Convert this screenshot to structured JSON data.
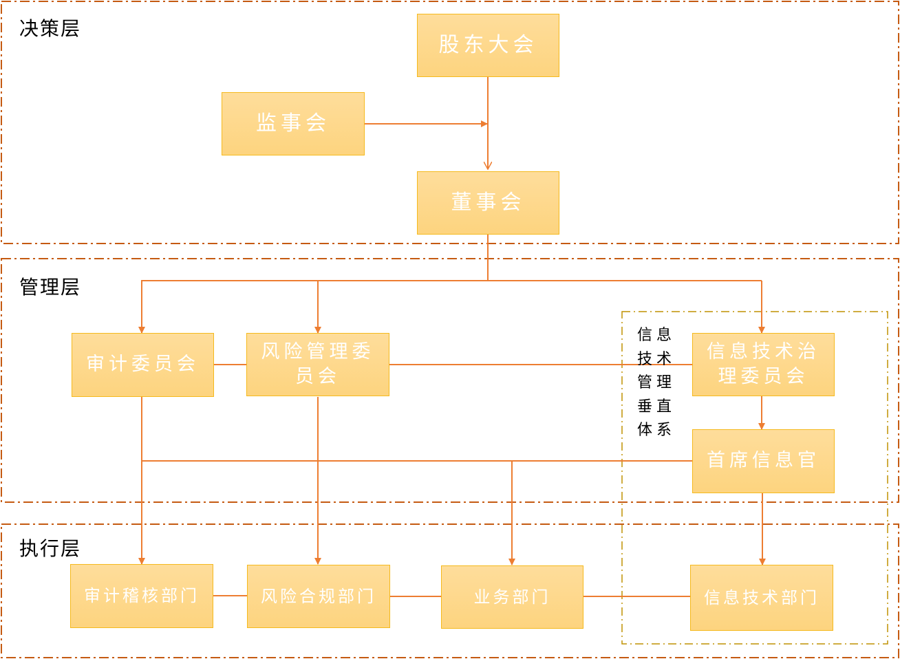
{
  "layers": {
    "decision": "决策层",
    "management": "管理层",
    "execution": "执行层"
  },
  "vertical_system_label": [
    "信息",
    "技术",
    "管理",
    "垂直",
    "体系"
  ],
  "nodes": {
    "shareholders": "股东大会",
    "supervisors": "监事会",
    "board": "董事会",
    "audit_committee": "审计委员会",
    "risk_committee_line1": "风险管理委",
    "risk_committee_line2": "员会",
    "it_committee_line1": "信息技术治",
    "it_committee_line2": "理委员会",
    "cio": "首席信息官",
    "audit_dept": "审计稽核部门",
    "risk_dept": "风险合规部门",
    "business_dept": "业务部门",
    "it_dept": "信息技术部门"
  },
  "colors": {
    "connector": "#ed7d31",
    "layer_border": "#c55a11",
    "it_system_border": "#bf9000",
    "node_border": "#f5b91c",
    "node_fill_top": "#fedd9b",
    "node_fill_bottom": "#fdd47f"
  }
}
